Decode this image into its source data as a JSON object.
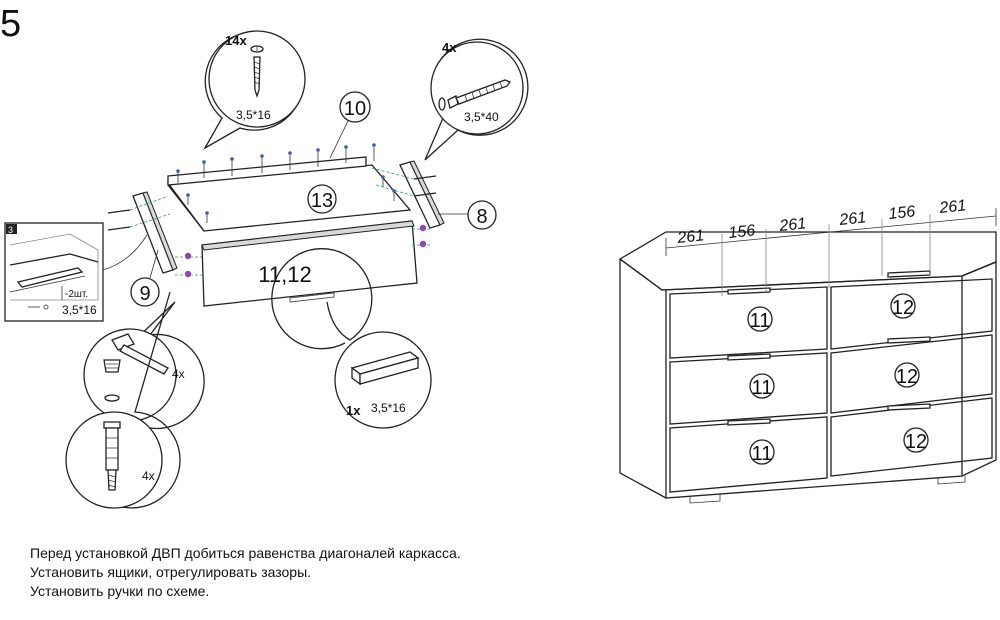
{
  "step": {
    "number": "5"
  },
  "callouts": {
    "screws_top": {
      "count": "14x",
      "size": "3,5*16"
    },
    "screws_right": {
      "count": "4x",
      "size": "3,5*40"
    },
    "handle": {
      "count": "1x",
      "size": "3,5*16"
    },
    "hammer": {
      "count": "4x"
    },
    "dowel": {
      "count": "4x"
    },
    "inset": {
      "note": "-2шт.",
      "size": "3,5*16",
      "step_ref": "3"
    }
  },
  "part_labels": {
    "p10": "10",
    "p13": "13",
    "p8": "8",
    "p9": "9",
    "drawer_front": "11,12"
  },
  "dimensions": [
    "261",
    "156",
    "261",
    "261",
    "156",
    "261"
  ],
  "front_view_labels": {
    "left": [
      "11",
      "11",
      "11"
    ],
    "right": [
      "12",
      "12",
      "12"
    ]
  },
  "instructions": [
    "Перед установкой ДВП добиться равенства диагоналей каркасса.",
    "Установить ящики, отрегулировать зазоры.",
    "Установить ручки по схеме."
  ]
}
